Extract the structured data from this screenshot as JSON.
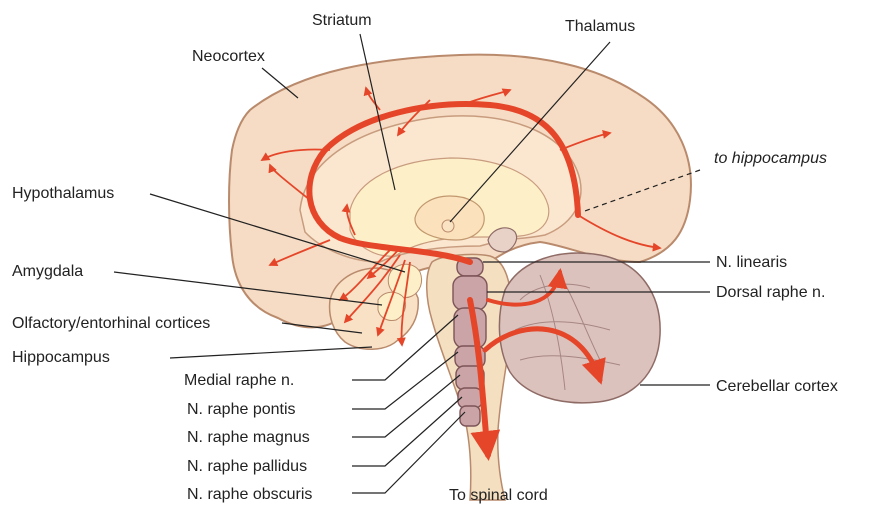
{
  "labels": {
    "striatum": "Striatum",
    "neocortex": "Neocortex",
    "thalamus": "Thalamus",
    "to_hippocampus": "to hippocampus",
    "hypothalamus": "Hypothalamus",
    "amygdala": "Amygdala",
    "olfactory": "Olfactory/entorhinal cortices",
    "hippocampus": "Hippocampus",
    "n_linearis": "N. linearis",
    "dorsal_raphe": "Dorsal raphe n.",
    "cerebellar_cortex": "Cerebellar cortex",
    "medial_raphe": "Medial raphe n.",
    "raphe_pontis": "N. raphe pontis",
    "raphe_magnus": "N. raphe magnus",
    "raphe_pallidus": "N. raphe pallidus",
    "raphe_obscuris": "N. raphe obscuris",
    "spinal_cord": "To spinal cord"
  },
  "colors": {
    "cortex_fill": "#f6dcc4",
    "cortex_stroke": "#b98a6c",
    "inner_fill": "#fbe6cf",
    "striatum_fill": "#fdf0c8",
    "brainstem_fill": "#f4dfc0",
    "cerebellum_fill": "#dcc2bd",
    "cerebellum_stroke": "#8f6b66",
    "nuclei_fill": "#caa4a6",
    "nuclei_stroke": "#7d5558",
    "pathway": "#e5462a",
    "leader": "#222222"
  }
}
